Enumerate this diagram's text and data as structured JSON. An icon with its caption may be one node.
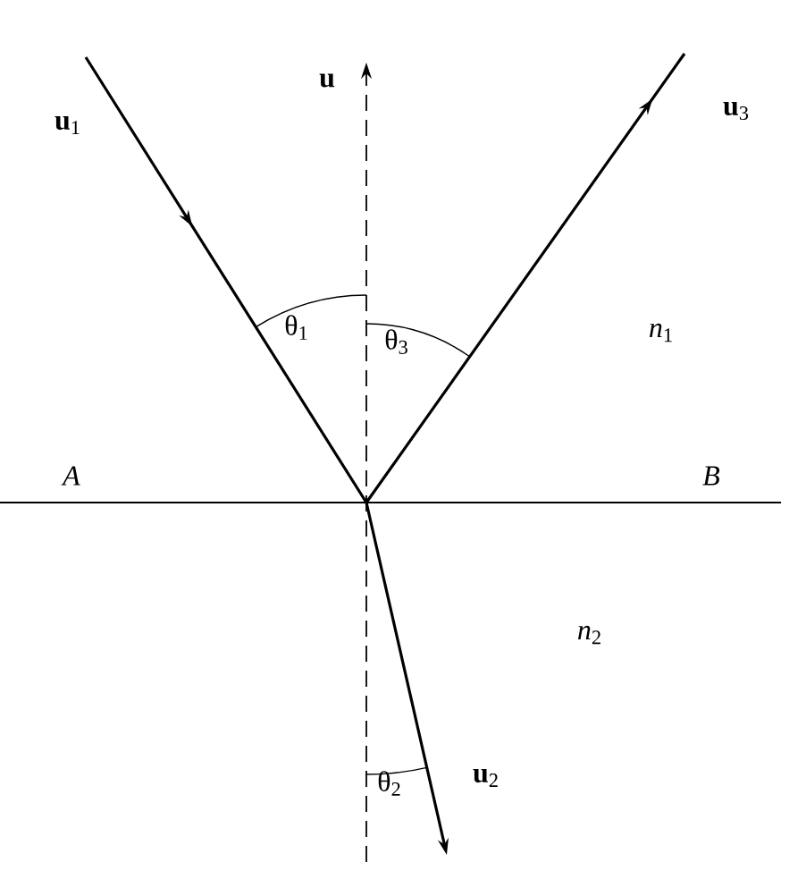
{
  "diagram": {
    "labels": [
      "**u**$_{1}$",
      "**u**",
      "**u**$_{3}$",
      "θ$_{1}$",
      "θ$_{3}$",
      "*n*$_{1}$",
      "*A*",
      "*B*",
      "*n*$_{2}$",
      "θ$_{2}$",
      "**u**$_{2}$"
    ]
  }
}
